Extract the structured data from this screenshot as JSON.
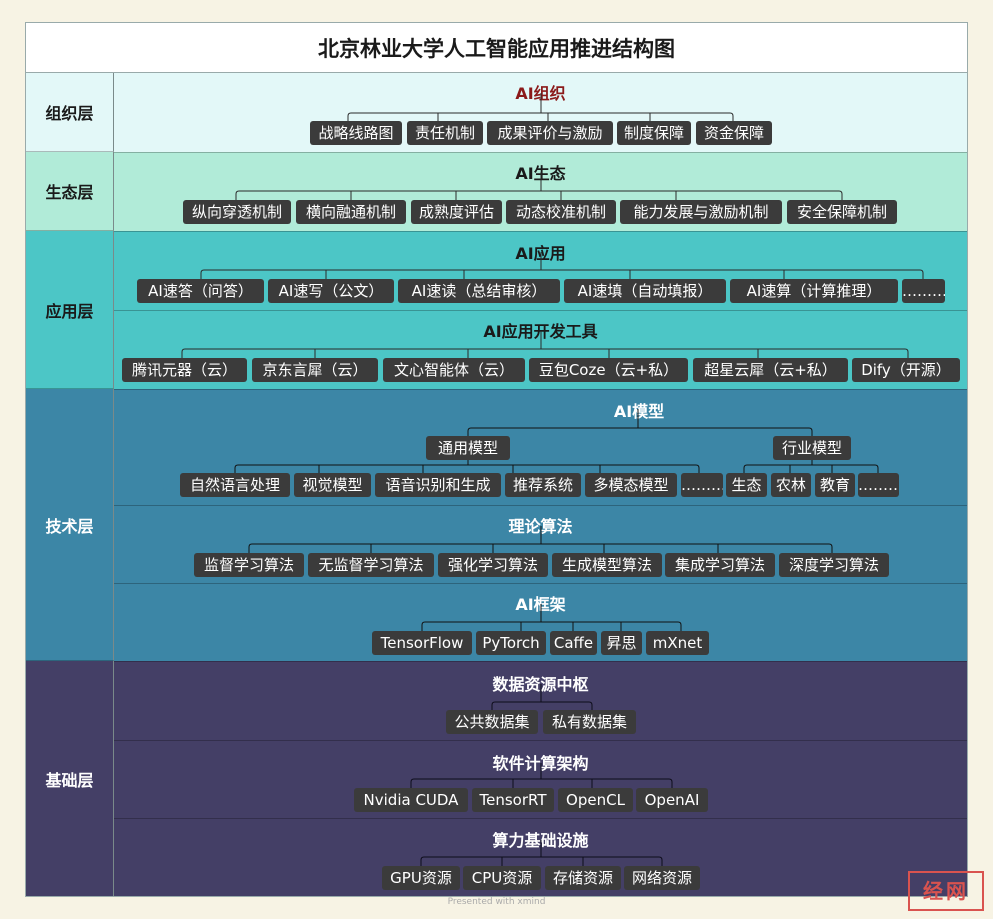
{
  "title": "北京林业大学人工智能应用推进结构图",
  "layers": {
    "org": "组织层",
    "eco": "生态层",
    "app": "应用层",
    "tech": "技术层",
    "base": "基础层"
  },
  "org": {
    "title": "AI组织",
    "items": [
      "战略线路图",
      "责任机制",
      "成果评价与激励",
      "制度保障",
      "资金保障"
    ]
  },
  "eco": {
    "title": "AI生态",
    "items": [
      "纵向穿透机制",
      "横向融通机制",
      "成熟度评估",
      "动态校准机制",
      "能力发展与激励机制",
      "安全保障机制"
    ]
  },
  "app": {
    "title": "AI应用",
    "items": [
      "AI速答（问答）",
      "AI速写（公文）",
      "AI速读（总结审核）",
      "AI速填（自动填报）",
      "AI速算（计算推理）",
      "…………"
    ]
  },
  "devtools": {
    "title": "AI应用开发工具",
    "items": [
      "腾讯元器（云）",
      "京东言犀（云）",
      "文心智能体（云）",
      "豆包Coze（云+私）",
      "超星云犀（云+私）",
      "Dify（开源）"
    ]
  },
  "model": {
    "title": "AI模型",
    "general": {
      "title": "通用模型",
      "items": [
        "自然语言处理",
        "视觉模型",
        "语音识别和生成",
        "推荐系统",
        "多模态模型",
        "…………"
      ]
    },
    "industry": {
      "title": "行业模型",
      "items": [
        "生态",
        "农林",
        "教育",
        "…………"
      ]
    }
  },
  "theory": {
    "title": "理论算法",
    "items": [
      "监督学习算法",
      "无监督学习算法",
      "强化学习算法",
      "生成模型算法",
      "集成学习算法",
      "深度学习算法"
    ]
  },
  "framework": {
    "title": "AI框架",
    "items": [
      "TensorFlow",
      "PyTorch",
      "Caffe",
      "昇思",
      "mXnet"
    ]
  },
  "dataHub": {
    "title": "数据资源中枢",
    "items": [
      "公共数据集",
      "私有数据集"
    ]
  },
  "software": {
    "title": "软件计算架构",
    "items": [
      "Nvidia CUDA",
      "TensorRT",
      "OpenCL",
      "OpenAI"
    ]
  },
  "compute": {
    "title": "算力基础设施",
    "items": [
      "GPU资源",
      "CPU资源",
      "存储资源",
      "网络资源"
    ]
  },
  "footer": "Presented with xmind",
  "stamp": "经网",
  "colors": {
    "org": "#e3f8f8",
    "eco": "#b1ebd8",
    "app": "#4cc6c6",
    "tech": "#3c86a6",
    "base": "#443f66",
    "chip": "#3b3b3b",
    "orgTitle": "#8b1a1a"
  }
}
